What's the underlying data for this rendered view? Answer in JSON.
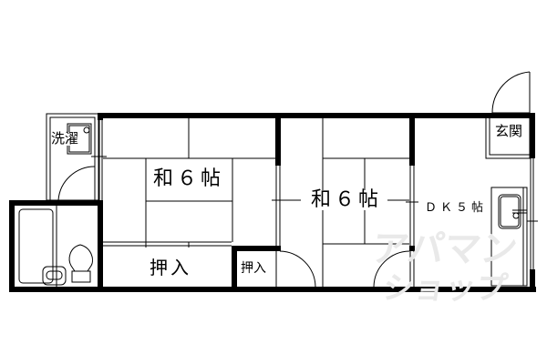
{
  "floor_plan": {
    "rooms": [
      {
        "id": "washitsu-1",
        "label": "和６帖",
        "type": "japanese-room",
        "size_jo": 6
      },
      {
        "id": "washitsu-2",
        "label": "和６帖",
        "type": "japanese-room",
        "size_jo": 6
      },
      {
        "id": "dk",
        "label": "ＤＫ５帖",
        "type": "dining-kitchen",
        "size_jo": 5
      },
      {
        "id": "oshiire-large",
        "label": "押入",
        "type": "closet"
      },
      {
        "id": "oshiire-small",
        "label": "押入",
        "type": "closet"
      },
      {
        "id": "laundry",
        "label": "洗濯",
        "type": "laundry-space"
      },
      {
        "id": "genkan",
        "label": "玄関",
        "type": "entrance"
      }
    ],
    "fixtures": [
      "bathtub",
      "washbasin",
      "toilet",
      "kitchen-sink",
      "washing-machine-pan"
    ],
    "watermark": {
      "line1": "アパマン",
      "line2": "ショップ"
    }
  }
}
